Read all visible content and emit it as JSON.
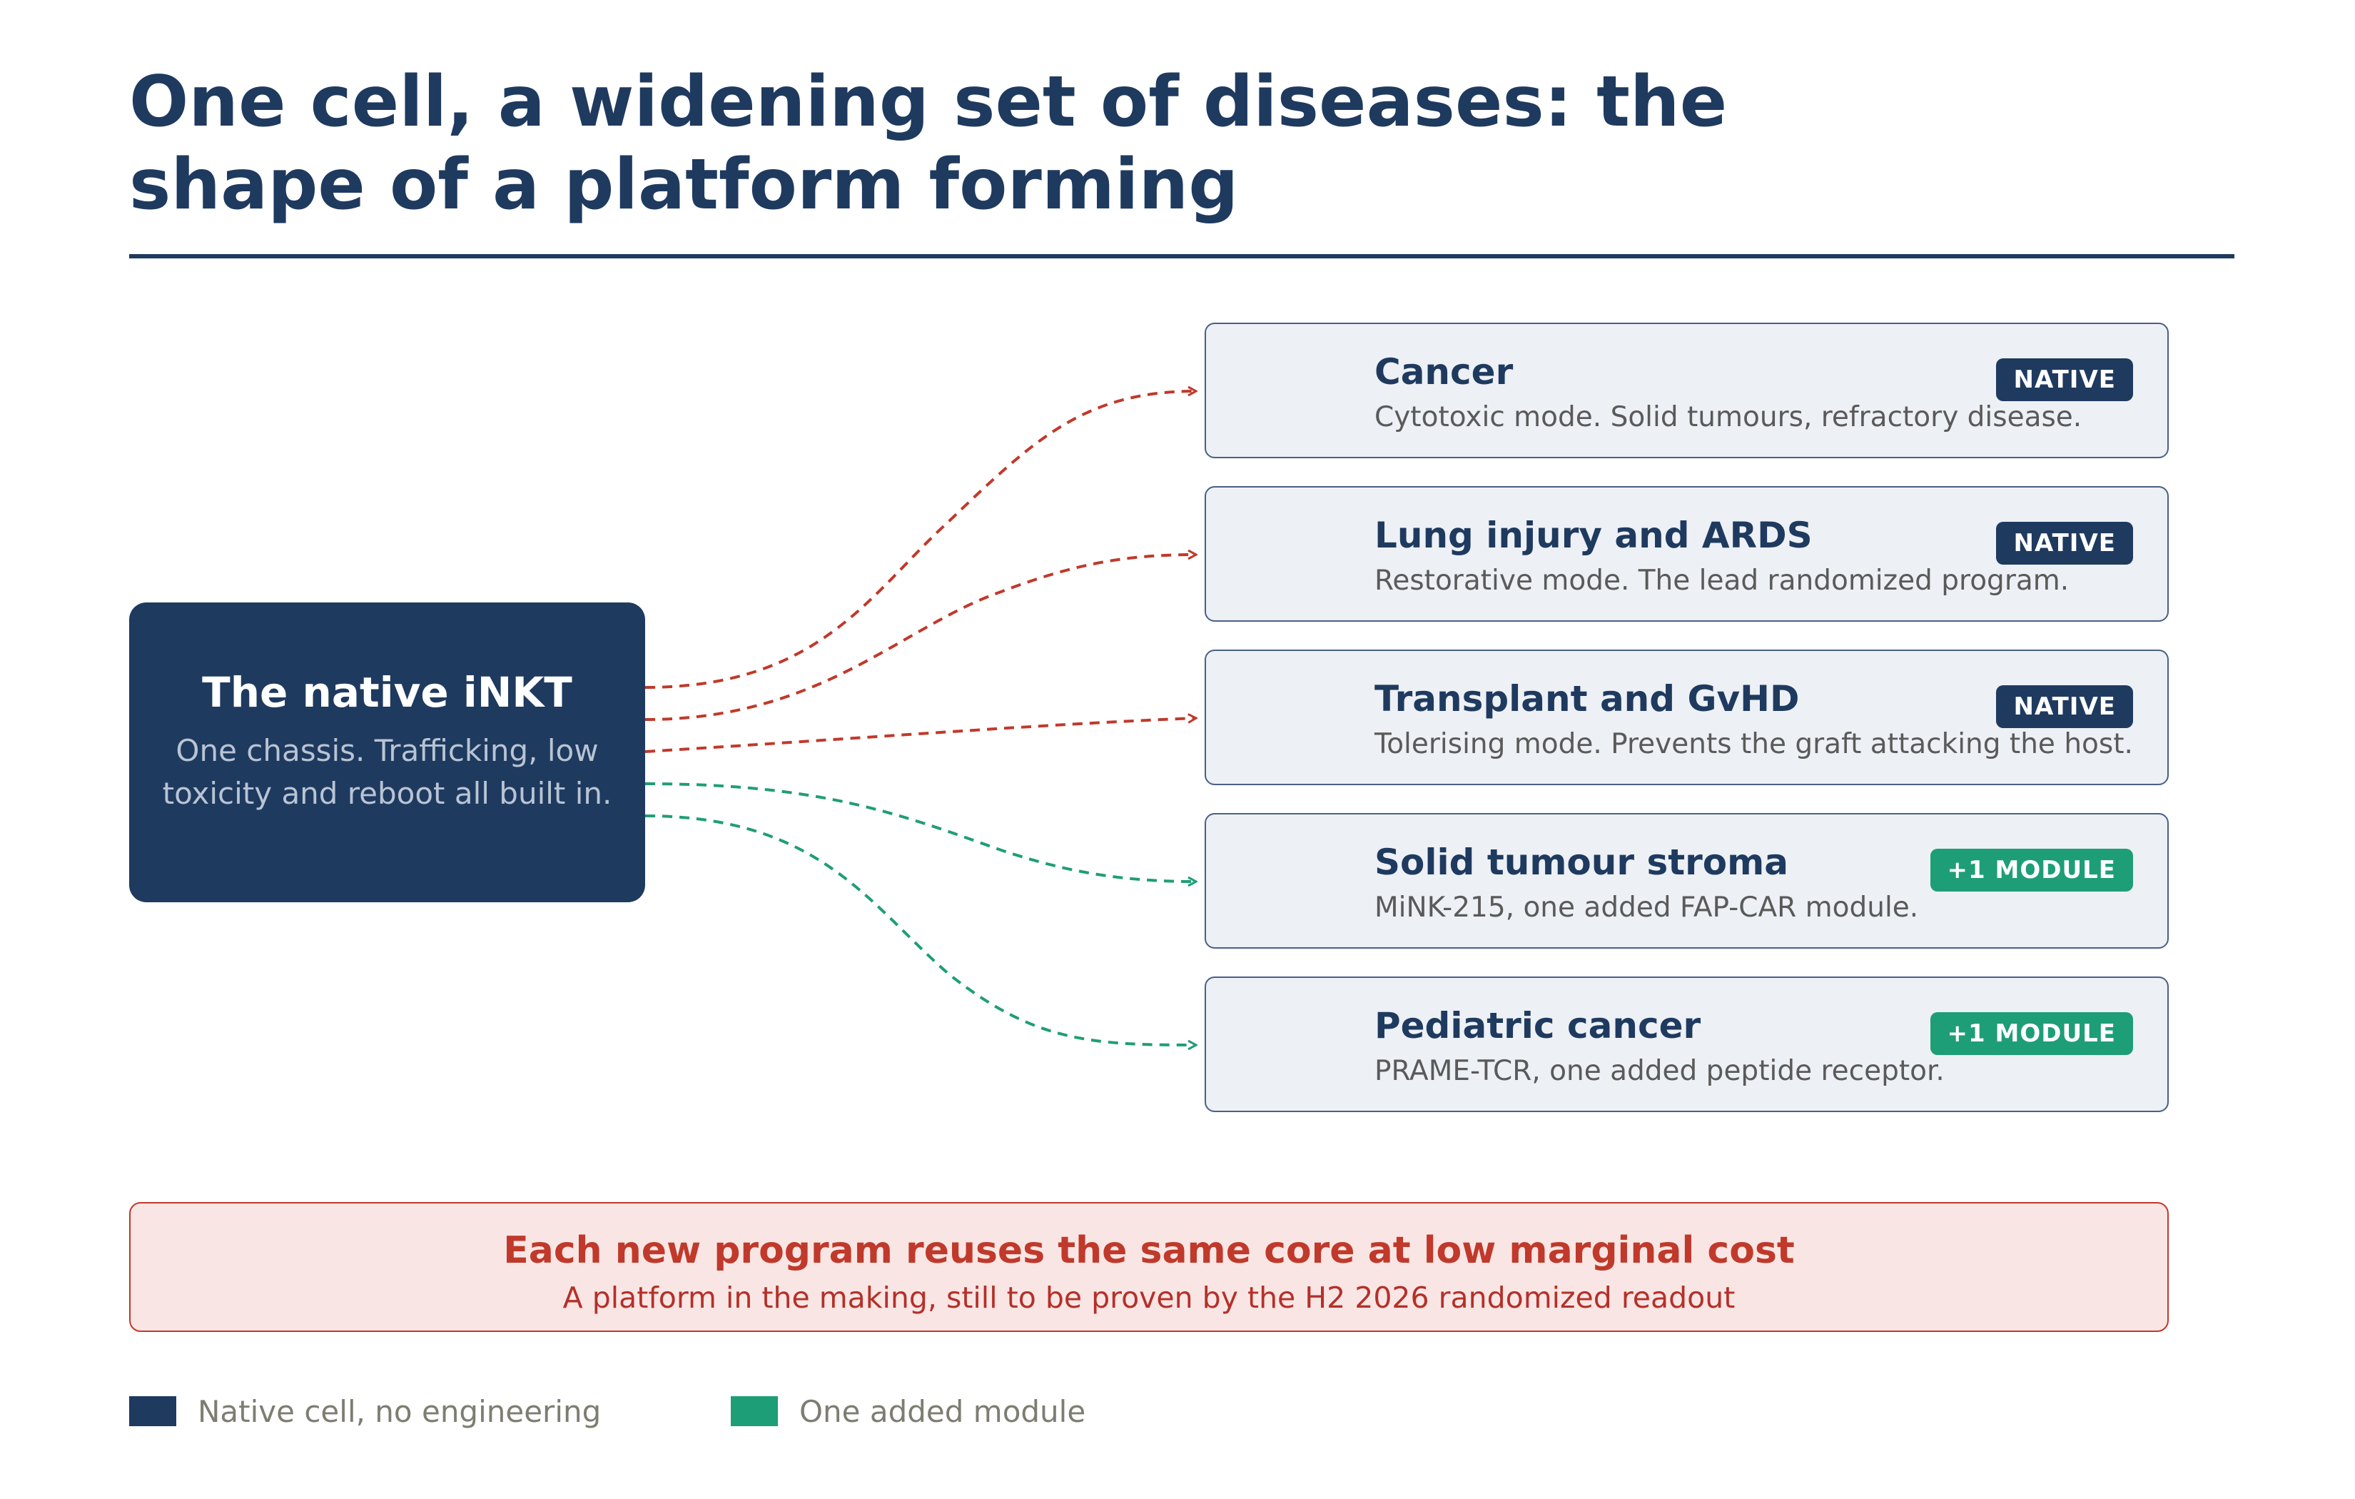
{
  "title": "One cell, a widening set of diseases: the shape of a platform forming",
  "source": {
    "title": "The native iNKT",
    "body": "One chassis. Trafficking, low toxicity and reboot all built in."
  },
  "cards": [
    {
      "title": "Cancer",
      "desc": "Cytotoxic mode. Solid tumours, refractory disease.",
      "badge": "NATIVE",
      "kind": "native"
    },
    {
      "title": "Lung injury and ARDS",
      "desc": "Restorative mode. The lead randomized program.",
      "badge": "NATIVE",
      "kind": "native"
    },
    {
      "title": "Transplant and GvHD",
      "desc": "Tolerising mode. Prevents the graft attacking the host.",
      "badge": "NATIVE",
      "kind": "native"
    },
    {
      "title": "Solid tumour stroma",
      "desc": "MiNK-215, one added FAP-CAR module.",
      "badge": "+1 MODULE",
      "kind": "module"
    },
    {
      "title": "Pediatric cancer",
      "desc": "PRAME-TCR, one added peptide receptor.",
      "badge": "+1 MODULE",
      "kind": "module"
    }
  ],
  "callout": {
    "title": "Each new program reuses the same core at low marginal cost",
    "subtitle": "A platform in the making, still to be proven by the H2 2026 randomized readout"
  },
  "legend": [
    {
      "label": "Native cell, no engineering",
      "color": "#1f3a5f"
    },
    {
      "label": "One added module",
      "color": "#1e9e76"
    }
  ],
  "colors": {
    "navy": "#1f3a5f",
    "green": "#1e9e76",
    "red": "#c0392b",
    "card_bg": "#edf0f5",
    "callout_bg": "#f9e6e4"
  }
}
